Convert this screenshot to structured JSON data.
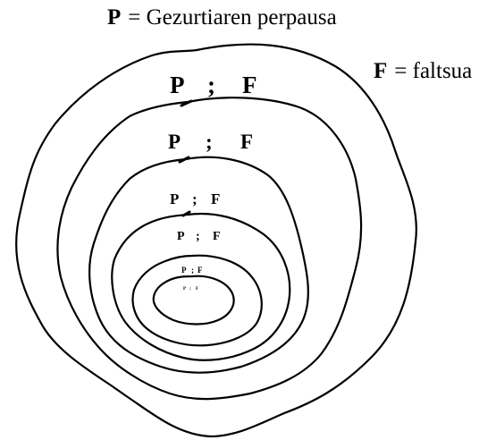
{
  "legend": {
    "p_symbol": "P",
    "p_text": "= Gezurtiaren perpausa",
    "f_symbol": "F",
    "f_text": "= faltsua"
  },
  "rings": [
    {
      "p": "P",
      "sep": ";",
      "f": "F"
    },
    {
      "p": "P",
      "sep": ";",
      "f": "F"
    },
    {
      "p": "P",
      "sep": ";",
      "f": "F"
    },
    {
      "p": "P",
      "sep": ";",
      "f": "F"
    },
    {
      "p": "P",
      "sep": ";",
      "f": "F"
    },
    {
      "p": "P",
      "sep": ";",
      "f": "F"
    }
  ],
  "colors": {
    "stroke": "#000000",
    "background": "#ffffff"
  }
}
